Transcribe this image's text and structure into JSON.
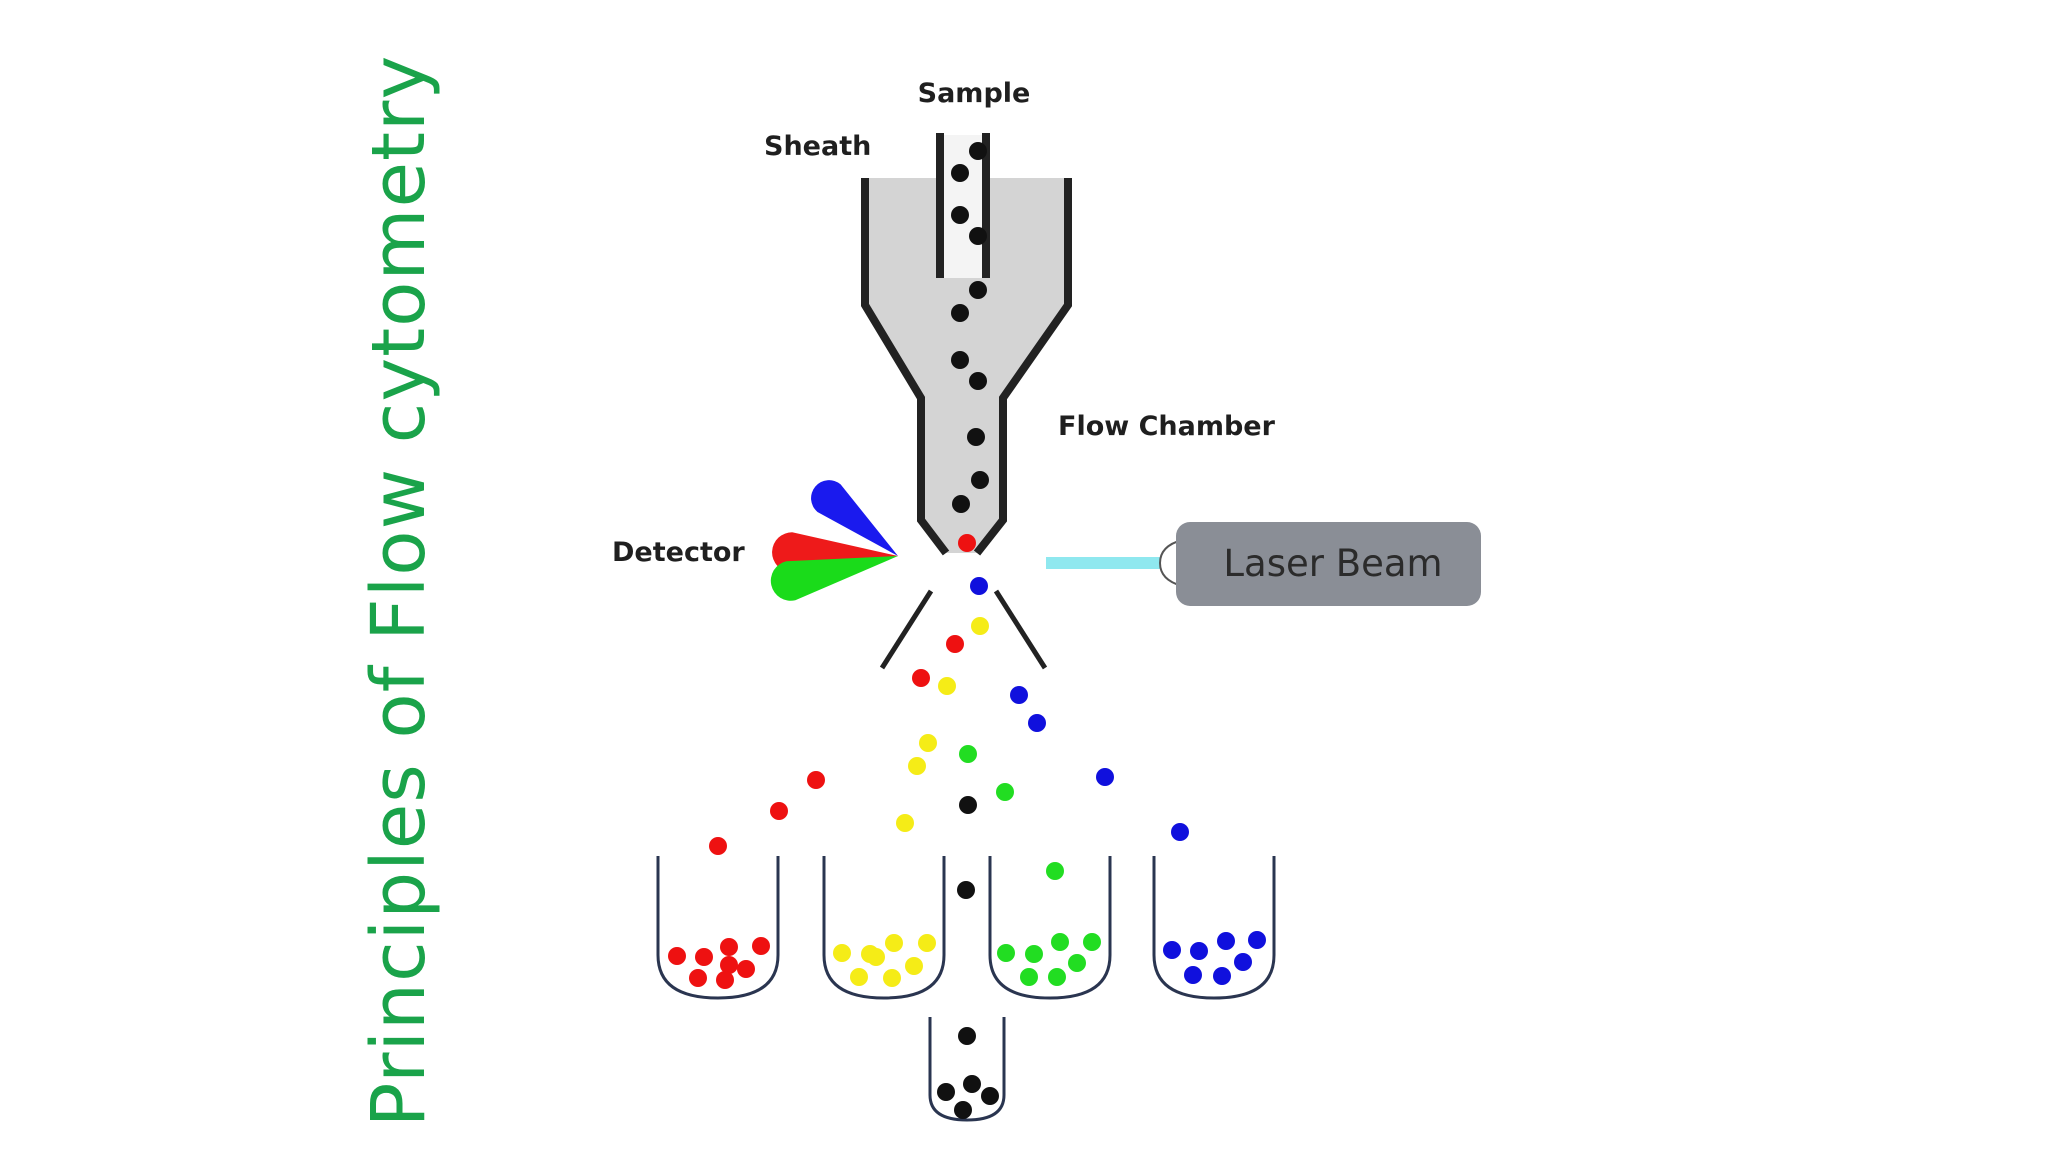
{
  "title": {
    "text": "Principles of Flow cytometry",
    "color": "#1aa34a"
  },
  "labels": {
    "sample": "Sample",
    "sheath": "Sheath",
    "flow_chamber": "Flow Chamber",
    "detector": "Detector",
    "laser": "Laser Beam"
  },
  "colors": {
    "red": "#ee1111",
    "yellow": "#f5ec17",
    "green": "#22dd22",
    "blue": "#1010dd",
    "black": "#111111",
    "chamber_fill": "#d4d4d4",
    "laser_body": "#8a8e96",
    "laser_beam": "#8fe8ef",
    "detector_blue": "#1a1aee",
    "detector_red": "#ee1a1a",
    "detector_green": "#1adb1a"
  },
  "collection_tubes": [
    {
      "name": "red-tube",
      "color": "red"
    },
    {
      "name": "yellow-tube",
      "color": "yellow"
    },
    {
      "name": "green-tube",
      "color": "green"
    },
    {
      "name": "blue-tube",
      "color": "blue"
    },
    {
      "name": "waste-tube",
      "color": "black"
    }
  ]
}
